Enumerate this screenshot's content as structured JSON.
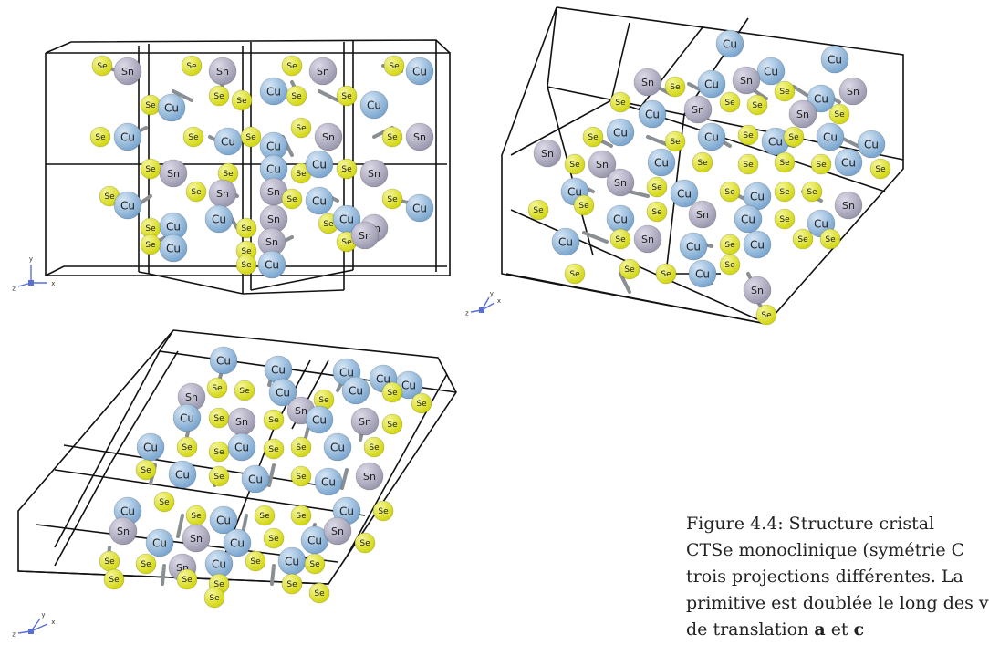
{
  "figure": {
    "atom_labels": {
      "cu": "Cu",
      "sn": "Sn",
      "se": "Se"
    },
    "colors": {
      "cu": "#7aa6cf",
      "sn": "#9a98ae",
      "se": "#d2d60e",
      "bond": "#8a8f94",
      "frame": "#111111",
      "axis": "#5a6fd6"
    },
    "axis_labels": {
      "x": "x",
      "y": "y",
      "z": "z"
    },
    "caption": {
      "lines": [
        "Figure 4.4: Structure cristal",
        "CTSe monoclinique (symétrie C",
        "trois projections différentes. La",
        "primitive est doublée le long des v",
        "de translation"
      ],
      "vector_a": "a",
      "conjunction": "et",
      "vector_c": "c"
    }
  }
}
